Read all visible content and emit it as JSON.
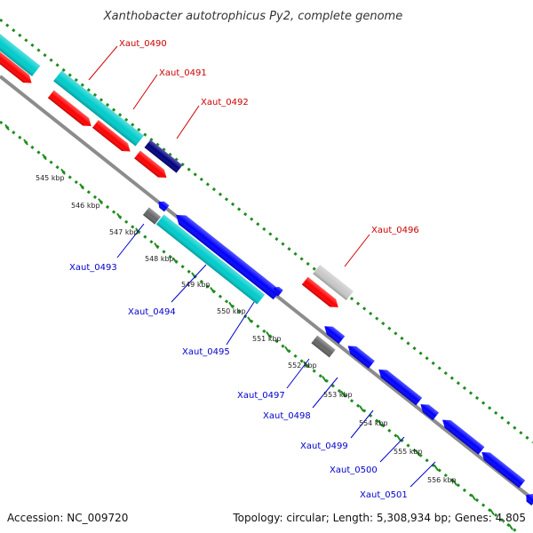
{
  "title": "Xanthobacter autotrophicus Py2, complete genome",
  "accession_text": "Accession: NC_009720",
  "summary_text": "Topology: circular; Length: 5,308,934 bp; Genes: 4,805",
  "colors": {
    "backbone": "#8c8c8c",
    "tick": "#1e8c1e",
    "forward_label": "#cc0000",
    "reverse_label": "#0000cc"
  },
  "ticks": [
    {
      "label": "545 kbp"
    },
    {
      "label": "546 kbp"
    },
    {
      "label": "547 kbp"
    },
    {
      "label": "548 kbp"
    },
    {
      "label": "549 kbp"
    },
    {
      "label": "550 kbp"
    },
    {
      "label": "551 kbp"
    },
    {
      "label": "552 kbp"
    },
    {
      "label": "553 kbp"
    },
    {
      "label": "554 kbp"
    },
    {
      "label": "555 kbp"
    },
    {
      "label": "556 kbp"
    }
  ],
  "labeled_genes": [
    {
      "name": "Xaut_0490",
      "strand": "forward"
    },
    {
      "name": "Xaut_0491",
      "strand": "forward"
    },
    {
      "name": "Xaut_0492",
      "strand": "forward"
    },
    {
      "name": "Xaut_0496",
      "strand": "forward"
    },
    {
      "name": "Xaut_0493",
      "strand": "reverse"
    },
    {
      "name": "Xaut_0494",
      "strand": "reverse"
    },
    {
      "name": "Xaut_0495",
      "strand": "reverse"
    },
    {
      "name": "Xaut_0497",
      "strand": "reverse"
    },
    {
      "name": "Xaut_0498",
      "strand": "reverse"
    },
    {
      "name": "Xaut_0499",
      "strand": "reverse"
    },
    {
      "name": "Xaut_0500",
      "strand": "reverse"
    },
    {
      "name": "Xaut_0501",
      "strand": "reverse"
    }
  ],
  "feature_colors": {
    "cds": "#ff0000",
    "cds_reverse": "#0000ff",
    "orf": "#00cccc",
    "gene_dark": "#000080",
    "gene_light": "#c8c8c8",
    "gene_gray": "#666666"
  }
}
